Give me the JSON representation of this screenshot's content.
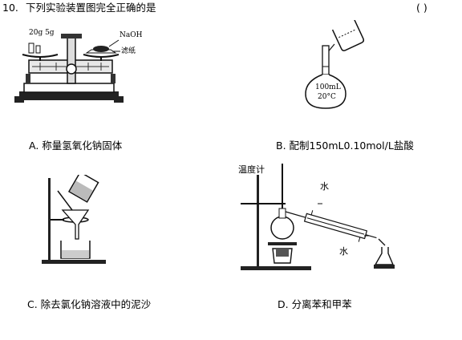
{
  "question": {
    "number": "10.",
    "stem": "下列实验装置图完全正确的是",
    "answer_bracket": "(          )"
  },
  "options": {
    "a": {
      "caption": "A. 称量氢氧化钠固体",
      "weights_label": "20g 5g",
      "reagent_label": "NaOH",
      "paper_label": "滤纸"
    },
    "b": {
      "caption": "B. 配制150mL0.10mol/L盐酸",
      "flask_volume": "100mL",
      "flask_temp": "20°C"
    },
    "c": {
      "caption": "C. 除去氯化钠溶液中的泥沙"
    },
    "d": {
      "caption": "D. 分离苯和甲苯",
      "thermometer_label": "温度计",
      "water_label_top": "水",
      "water_label_bottom": "水"
    }
  }
}
